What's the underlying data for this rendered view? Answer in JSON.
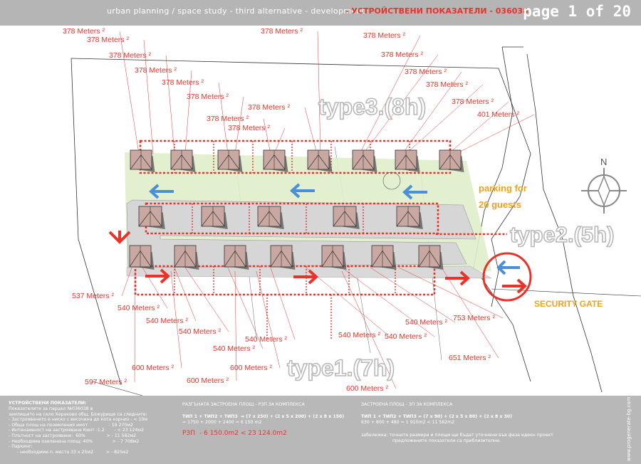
{
  "header": {
    "left_title": "urban planning / space study  - third alternative - development",
    "right_title": "- УСТРОЙСТВЕНИ ПОКАЗАТЕЛИ - 036038",
    "page": "page 1 of 20"
  },
  "plan": {
    "type_labels": {
      "type3": "type3.(8h)",
      "type2": "type2.(5h)",
      "type1": "type1.(7h)"
    },
    "parking": [
      "parking for",
      "20 guests"
    ],
    "security_gate": "SECURITY GATE",
    "north": "N",
    "area_labels_top": [
      "378 Meters ²",
      "378 Meters ²",
      "378 Meters ²",
      "378 Meters ²",
      "378 Meters ²",
      "378 Meters ²",
      "378 Meters ²",
      "378 Meters ²",
      "378 Meters ²",
      "378 Meters ²",
      "378 Meters ²",
      "378 Meters ²",
      "378 Meters ²",
      "378 Meters ²",
      "378 Meters ²",
      "401 Meters ²"
    ],
    "area_labels_bottom": [
      "537 Meters ²",
      "540 Meters ²",
      "540 Meters ²",
      "540 Meters ²",
      "540 Meters ²",
      "540 Meters ²",
      "540 Meters ²",
      "540 Meters ²",
      "540 Meters ²",
      "753 Meters ²",
      "651 Meters ²",
      "600 Meters ²",
      "600 Meters ²",
      "600 Meters ²",
      "600 Meters ²",
      "597 Meters ²"
    ]
  },
  "footer": {
    "col1_title": "УСТРОЙСТВЕНИ ПОКАЗАТЕЛИ:",
    "col1_lines": [
      "Показателите за парцел №036038 в",
      "землището на село Хераково общ. Божурище са следните:",
      "- Застрояването е ниско с височина до кота корниз - < 10м",
      "- Обща площ на поземления имот               - 19 270м2",
      "- Интензивност на застрояване Кинт :1.2       - < 23 124м2",
      "- Плътност на застрояване:  60%               > - 11 562м2",
      "- Необходима озеленена площ: 40%              > - 7 708м2",
      "- Паркинг:",
      "      - необходими п. места 33 х 25м2         > - 825м2"
    ],
    "col2_title": "РАЗГЪНАТА ЗАСТРОЕНА ПЛОЩ - РЗП ЗА КОМПЛЕКСА",
    "col2_formula": "ТИП 1 + ТИП2 + ТИП3  = (7 x 250) + (2 x 5 x 200) + (2 x 8 x 150)",
    "col2_result": "= 1750 + 2000 + 2400 = 6 150 m2",
    "col2_rzp_label": "РЗП",
    "col2_rzp_value": "- 6 150.0m2 < 23 124.0m2",
    "col3_title": "ЗАСТРОЕНА ПЛОЩ - ЗП ЗА КОМПЛЕКСА",
    "col3_formula": "ТИП 1 + ТИП2 + ТИП3 = (7 x 90) + (2 x 5 x 80) + (2 x 8 x 30)",
    "col3_result": "630 + 800 + 480 = 1 910m2 < 11 562m2",
    "col3_note1": "забележка: точните размери и площи ще бъдат уточнени във фаза идеен проект",
    "col3_note2": "предложените показатели са приблизителни.",
    "website": "www.progenerate-bg.com"
  },
  "colors": {
    "red": "#e8332b",
    "blue": "#4a8fd8",
    "orange": "#f2a11f",
    "green": "#dfeecb",
    "road": "#d6d6d6"
  }
}
